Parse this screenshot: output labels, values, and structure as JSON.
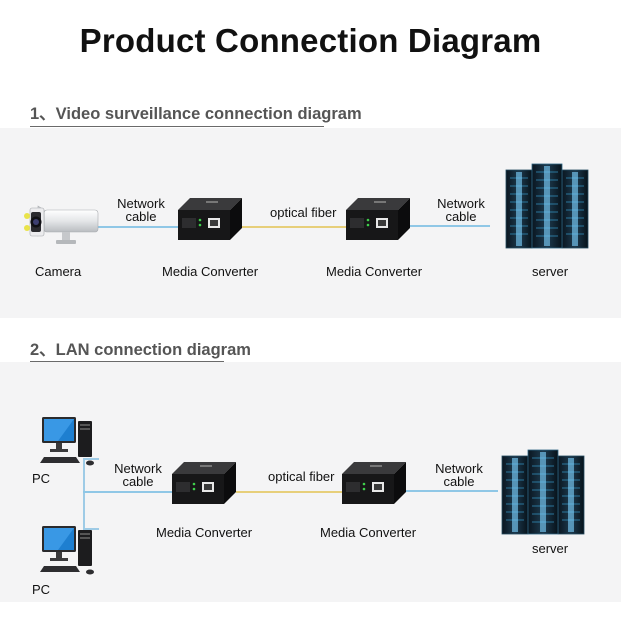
{
  "title": "Product Connection Diagram",
  "section1": {
    "heading": "1、Video surveillance connection diagram",
    "camera_label": "Camera",
    "network_cable_left": [
      "Network",
      "cable"
    ],
    "converter_left_label": "Media Converter",
    "optical_fiber": "optical fiber",
    "converter_right_label": "Media Converter",
    "network_cable_right": [
      "Network",
      "cable"
    ],
    "server_label": "server"
  },
  "section2": {
    "heading": "2、LAN connection diagram",
    "pc_top_label": "PC",
    "pc_bottom_label": "PC",
    "network_cable_left": [
      "Network",
      "cable"
    ],
    "converter_left_label": "Media Converter",
    "optical_fiber": "optical fiber",
    "converter_right_label": "Media Converter",
    "network_cable_right": [
      "Network",
      "cable"
    ],
    "server_label": "server"
  },
  "colors": {
    "fiber": "#e7cf7a",
    "network_cable": "#8fc7e6",
    "converter_body": "#1a1a1a",
    "server_glow": "#3aa5d8"
  },
  "icons": [
    "camera-icon",
    "media-converter-icon",
    "server-rack-icon",
    "desktop-pc-icon"
  ]
}
